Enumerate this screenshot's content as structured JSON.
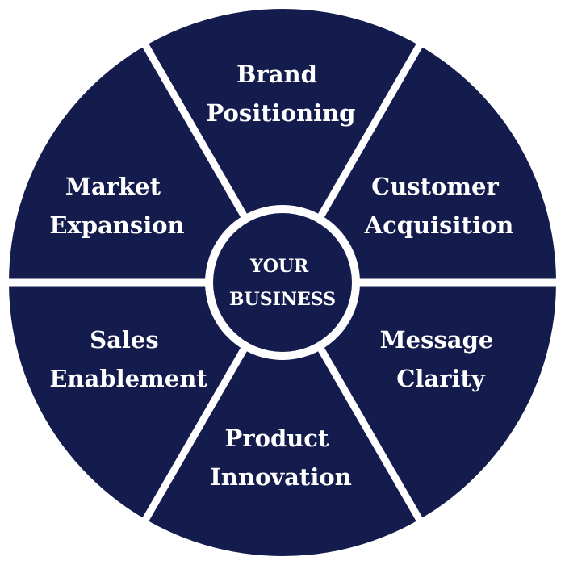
{
  "diagram": {
    "colors": {
      "segment_fill": "#141b4d",
      "divider": "#ffffff",
      "text": "#ffffff",
      "background": "#ffffff"
    },
    "center": {
      "line1": "YOUR",
      "line2": "BUSINESS"
    },
    "segments": [
      {
        "line1": "Brand",
        "line2": "Positioning"
      },
      {
        "line1": "Customer",
        "line2": "Acquisition"
      },
      {
        "line1": "Message",
        "line2": "Clarity"
      },
      {
        "line1": "Product",
        "line2": "Innovation"
      },
      {
        "line1": "Sales",
        "line2": "Enablement"
      },
      {
        "line1": "Market",
        "line2": "Expansion"
      }
    ]
  }
}
